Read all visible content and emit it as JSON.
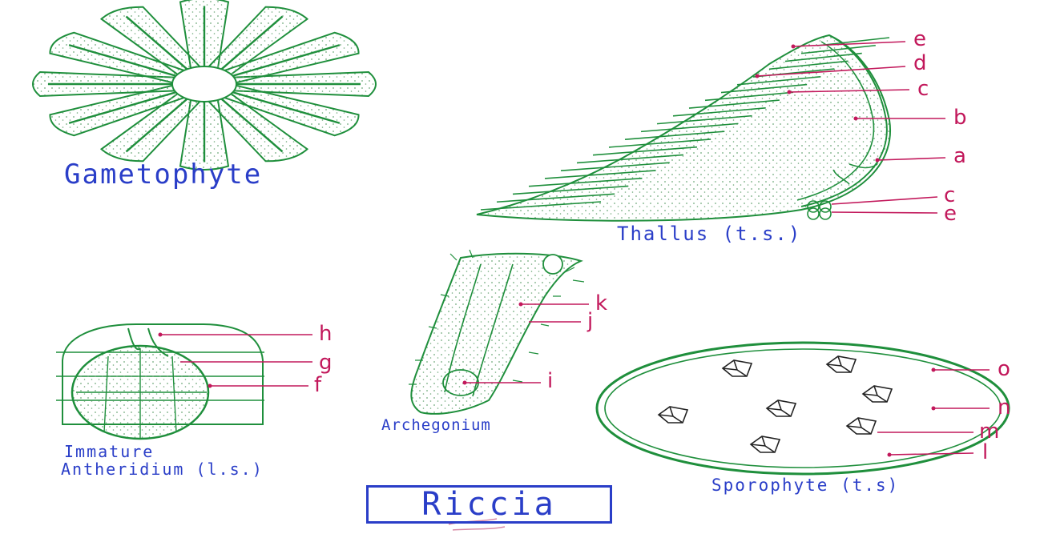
{
  "title": "Riccia",
  "colors": {
    "structure": "#1f8f3c",
    "stipple": "#6fa97a",
    "caption": "#2a3ec8",
    "label": "#c2185b",
    "leader": "#c2185b"
  },
  "captions": {
    "gametophyte": "Gametophyte",
    "thallus": "Thallus (t.s.)",
    "antheridium_line1": "Immature",
    "antheridium_line2": "Antheridium (l.s.)",
    "archegonium": "Archegonium",
    "sporophyte": "Sporophyte (t.s)"
  },
  "labels": {
    "thallus": [
      "e",
      "d",
      "c",
      "b",
      "a",
      "c",
      "e"
    ],
    "antheridium": [
      "h",
      "g",
      "f"
    ],
    "archegonium": [
      "k",
      "j",
      "i"
    ],
    "sporophyte": [
      "o",
      "n",
      "m",
      "l"
    ]
  }
}
